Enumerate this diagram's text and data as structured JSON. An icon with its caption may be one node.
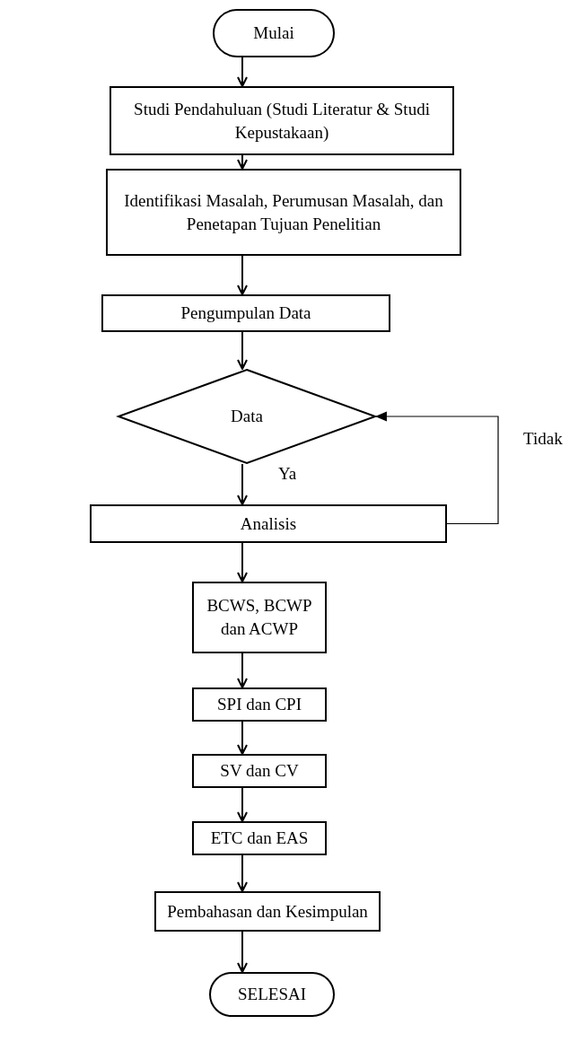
{
  "diagram": {
    "nodes": [
      {
        "text": [
          "Mulai"
        ]
      },
      {
        "text": [
          "Studi Pendahuluan (Studi Literatur & Studi Kepustakaan)"
        ]
      },
      {
        "text": [
          "Identifikasi Masalah, Perumusan Masalah, dan Penetapan Tujuan Penelitian"
        ]
      },
      {
        "text": [
          "Pengumpulan Data"
        ]
      },
      {
        "text": [
          "Data"
        ]
      },
      {
        "text": [
          "Analisis"
        ]
      },
      {
        "text": [
          "BCWS, BCWP dan ACWP"
        ]
      },
      {
        "text": [
          "SPI dan CPI"
        ]
      },
      {
        "text": [
          "SV dan CV"
        ]
      },
      {
        "text": [
          "ETC dan EAS"
        ]
      },
      {
        "text": [
          "Pembahasan dan Kesimpulan"
        ]
      },
      {
        "text": [
          "SELESAI"
        ]
      }
    ],
    "edges": [
      {
        "from": 0,
        "to": 1,
        "arrow": "to"
      },
      {
        "from": 1,
        "to": 2,
        "arrow": "to"
      },
      {
        "from": 2,
        "to": 3,
        "arrow": "to"
      },
      {
        "from": 3,
        "to": 4,
        "arrow": "to"
      },
      {
        "from": 4,
        "to": 5,
        "arrow": "to",
        "label": "Ya"
      },
      {
        "from": 5,
        "to": 4,
        "arrow": "to",
        "label": "Tidak"
      },
      {
        "from": 5,
        "to": 6,
        "arrow": "to"
      },
      {
        "from": 6,
        "to": 7,
        "arrow": "to"
      },
      {
        "from": 7,
        "to": 8,
        "arrow": "to"
      },
      {
        "from": 8,
        "to": 9,
        "arrow": "to"
      },
      {
        "from": 9,
        "to": 10,
        "arrow": "to"
      },
      {
        "from": 10,
        "to": 11,
        "arrow": "to"
      }
    ]
  }
}
